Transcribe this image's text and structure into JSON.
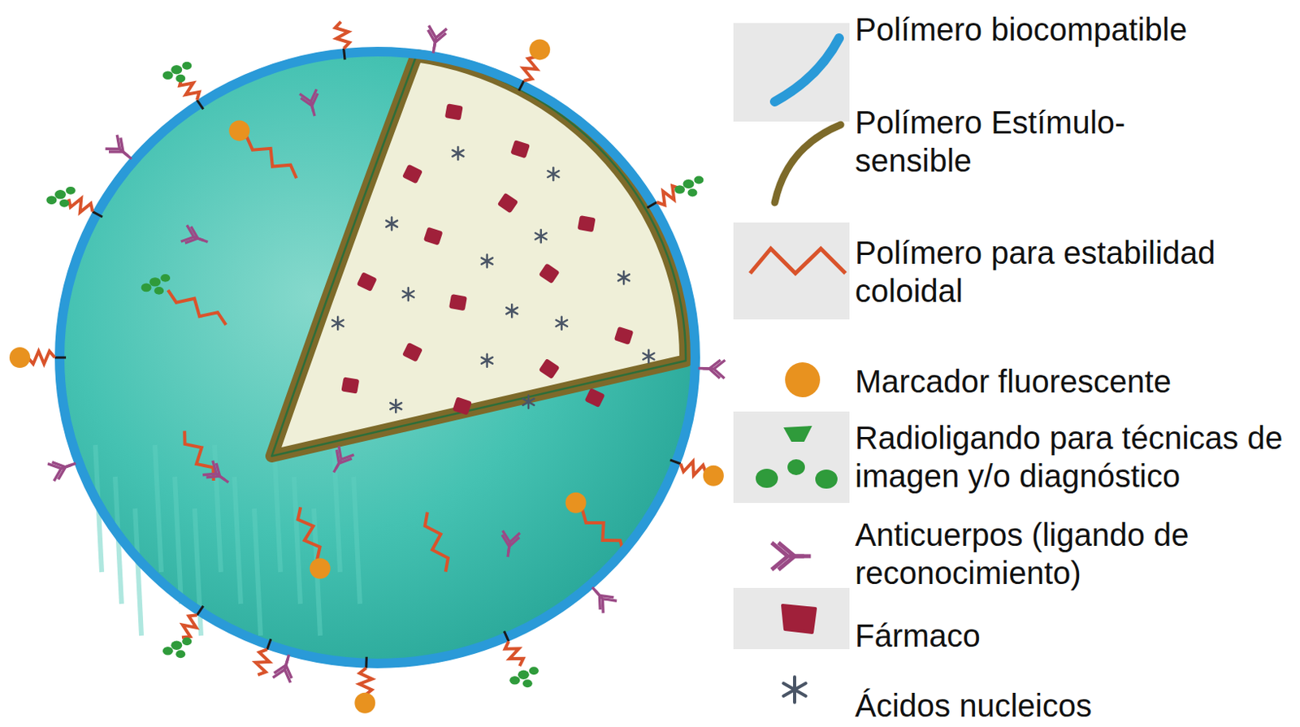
{
  "diagram": {
    "legend": [
      {
        "text": "Polímero biocompatible"
      },
      {
        "text": "Polímero Estímulo-sensible"
      },
      {
        "text": "Polímero para estabilidad coloidal"
      },
      {
        "text": "Marcador fluorescente"
      },
      {
        "text": "Radioligando para técnicas de imagen y/o diagnóstico"
      },
      {
        "text": "Anticuerpos (ligando de reconocimiento)"
      },
      {
        "text": "Fármaco"
      },
      {
        "text": "Ácidos nucleicos"
      }
    ]
  }
}
